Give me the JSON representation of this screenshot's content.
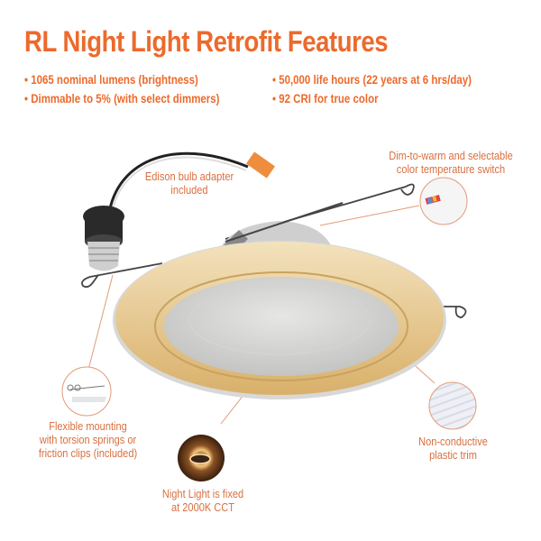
{
  "title": "RL Night Light Retrofit Features",
  "bullets": [
    "• 1065 nominal lumens (brightness)",
    "• Dimmable to 5% (with select dimmers)",
    "• 50,000 life hours (22 years at 6 hrs/day)",
    "• 92 CRI for true color"
  ],
  "callouts": {
    "edison": {
      "line1": "Edison bulb adapter",
      "line2": "included"
    },
    "switch": {
      "line1": "Dim-to-warm and selectable",
      "line2": "color temperature switch"
    },
    "mounting": {
      "line1": "Flexible mounting",
      "line2": "with torsion springs or",
      "line3": "friction clips (included)"
    },
    "nightlight": {
      "line1": "Night Light is fixed",
      "line2": "at 2000K CCT"
    },
    "trim": {
      "line1": "Non-conductive",
      "line2": "plastic trim"
    }
  },
  "colors": {
    "accent": "#ec6a2c",
    "callout_text": "#d96f3f",
    "gold_trim": "#e3c07f"
  }
}
